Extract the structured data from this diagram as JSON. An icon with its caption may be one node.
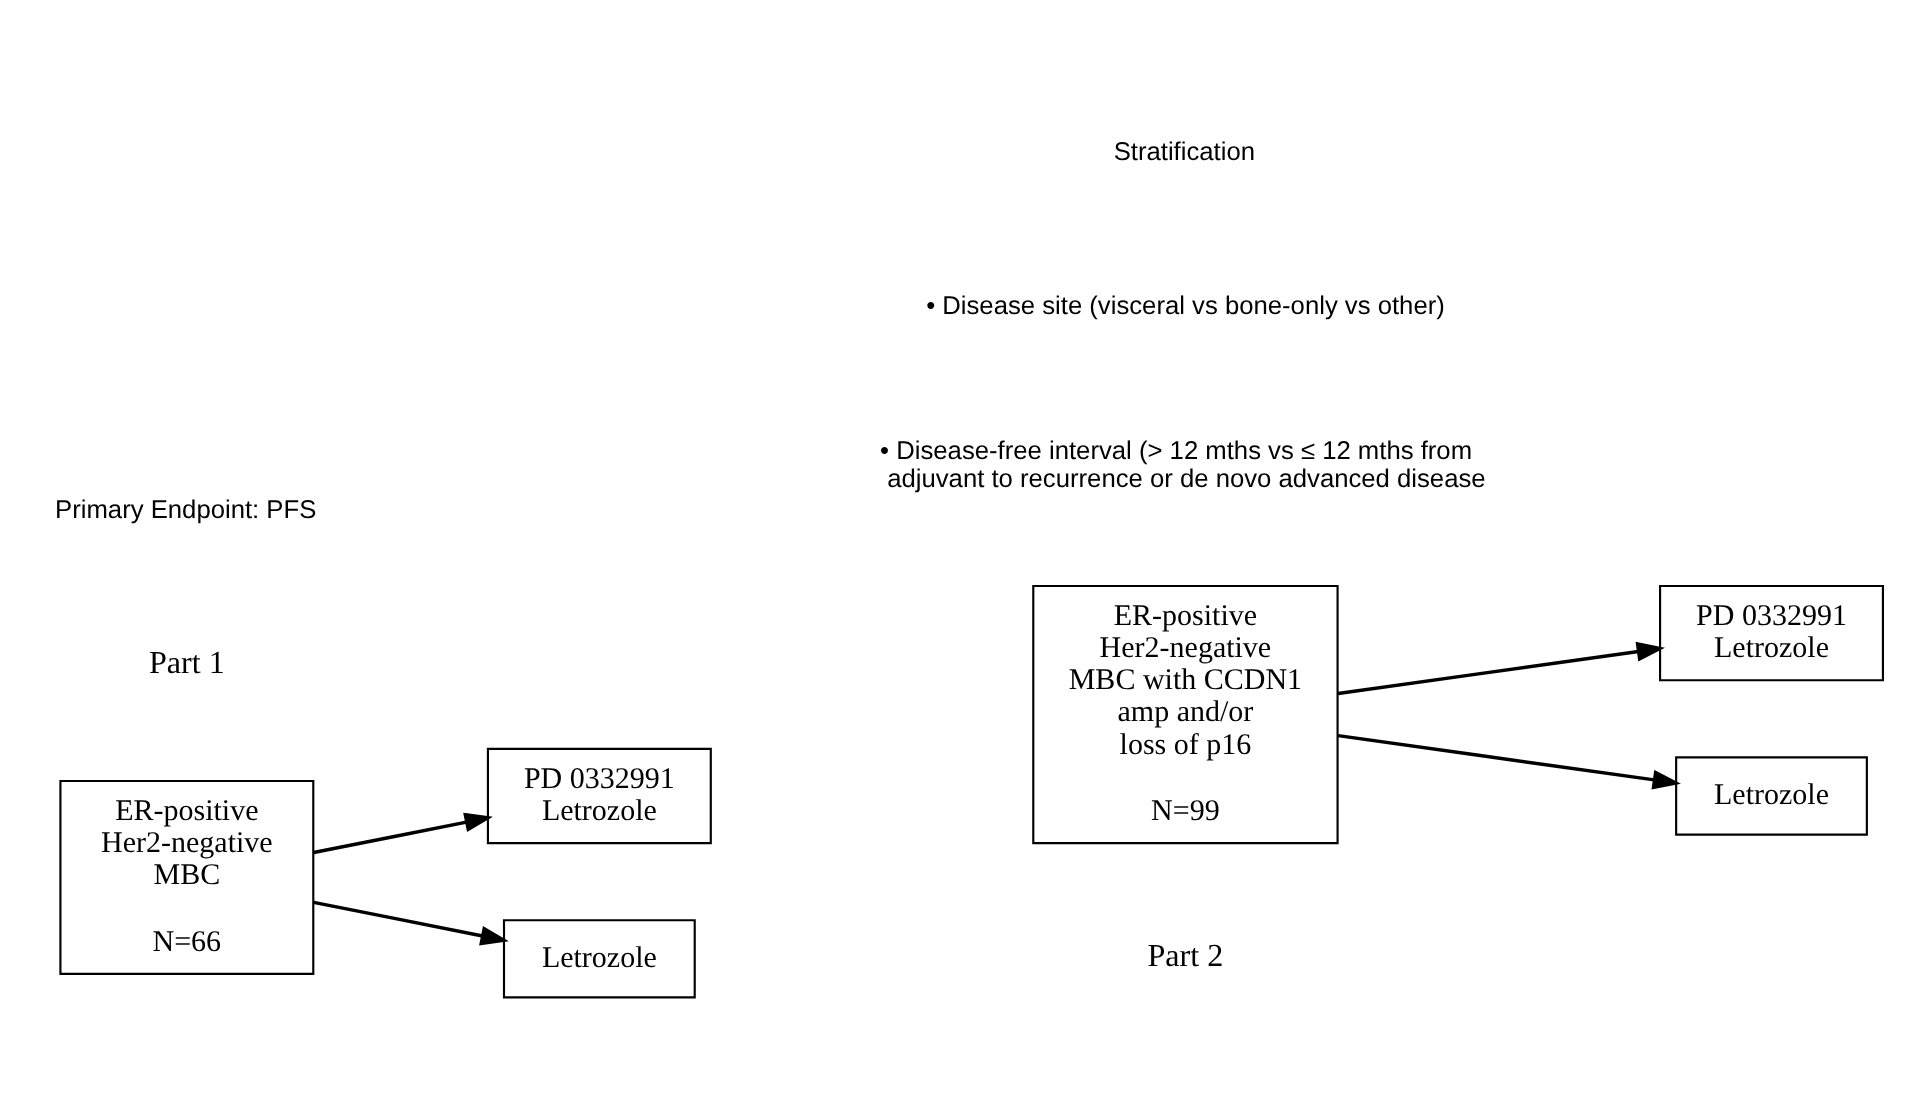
{
  "diagram": {
    "nodes": [
      {
        "text": [
          "ER-positive Her2-negative MBC",
          "N=66"
        ]
      },
      {
        "text": [
          "PD 0332991 Letrozole"
        ]
      },
      {
        "text": [
          "Letrozole"
        ]
      },
      {
        "text": [
          "ER-positive Her2-negative MBC with CCDN1 amp and/or loss of p16",
          "N=99"
        ]
      },
      {
        "text": [
          "PD 0332991 Letrozole"
        ]
      },
      {
        "text": [
          "Letrozole"
        ]
      }
    ],
    "edges": [
      {
        "from": 0,
        "to": 1,
        "arrow": "to"
      },
      {
        "from": 0,
        "to": 2,
        "arrow": "to"
      },
      {
        "from": 3,
        "to": 4,
        "arrow": "to"
      },
      {
        "from": 3,
        "to": 5,
        "arrow": "to"
      }
    ],
    "labels": [
      "Part 1",
      "Part 2",
      "Primary Endpoint: PFS",
      "Stratification",
      "• Disease site (visceral vs bone-only vs other)",
      "• Disease-free interval (> 12 mths vs ≤ 12 mths from adjuvant to recurrence or de novo advanced disease"
    ]
  }
}
